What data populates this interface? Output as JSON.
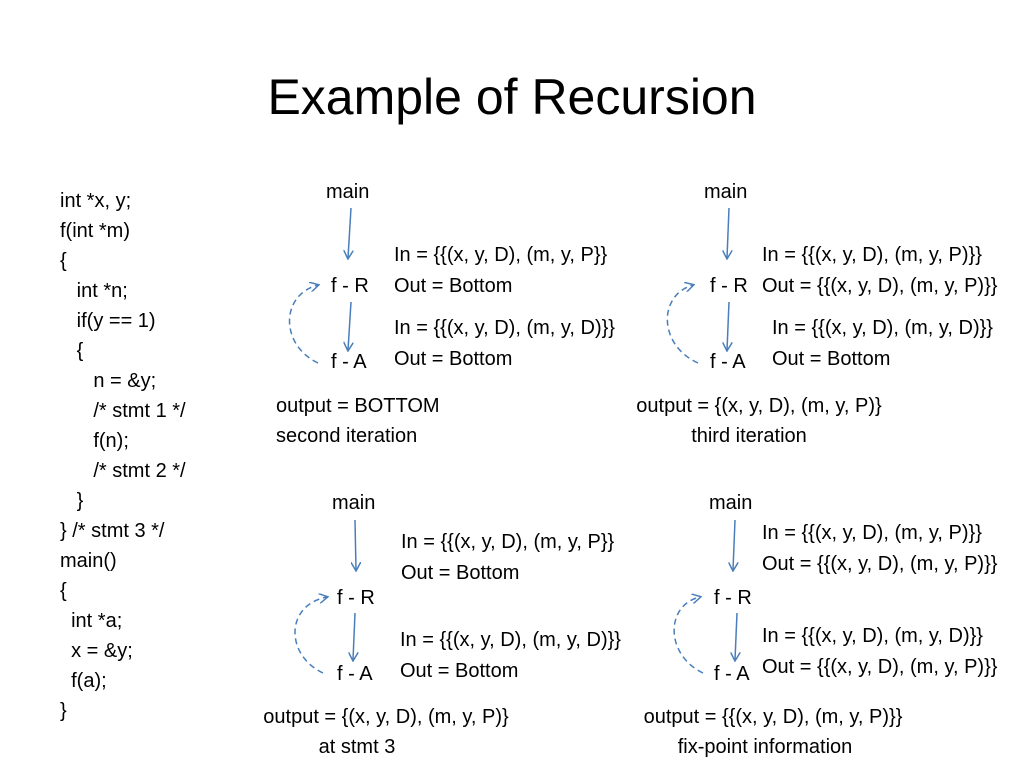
{
  "title": "Example of Recursion",
  "code": [
    "int *x, y;",
    "f(int *m)",
    "{",
    "   int *n;",
    "   if(y == 1)",
    "   {",
    "      n = &y;",
    "      /* stmt 1 */",
    "      f(n);",
    "      /* stmt 2 */",
    "   }",
    "} /* stmt 3 */",
    "main()",
    "{",
    "  int *a;",
    "  x = &y;",
    "  f(a);",
    "}"
  ],
  "panels": [
    {
      "main": "main",
      "fr": "f - R",
      "fa": "f - A",
      "fr_in": "In = {{(x, y, D), (m, y, P}}",
      "fr_out": "Out = Bottom",
      "fa_in": "In = {{(x, y, D), (m, y, D)}}",
      "fa_out": "Out = Bottom",
      "output": "output = BOTTOM",
      "caption": "second iteration"
    },
    {
      "main": "main",
      "fr": "f - R",
      "fa": "f - A",
      "fr_in": "In = {{(x, y, D), (m, y, P)}}",
      "fr_out": "Out = {{(x, y, D), (m, y, P)}}",
      "fa_in": "In = {{(x, y, D), (m, y, D)}}",
      "fa_out": "Out = Bottom",
      "output": "output = {(x, y, D), (m, y, P)}",
      "caption": "third iteration"
    },
    {
      "main": "main",
      "fr": "f - R",
      "fa": "f - A",
      "fr_in": "In = {{(x, y, D), (m, y, P}}",
      "fr_out": "Out = Bottom",
      "fa_in": "In = {{(x, y, D), (m, y, D)}}",
      "fa_out": "Out = Bottom",
      "output": "output = {(x, y, D), (m, y, P)}",
      "caption": "at stmt 3"
    },
    {
      "main": "main",
      "fr": "f - R",
      "fa": "f - A",
      "fr_in": "In = {{(x, y, D), (m, y, P)}}",
      "fr_out": "Out = {{(x, y, D), (m, y, P)}}",
      "fa_in": "In = {{(x, y, D), (m, y, D)}}",
      "fa_out": "Out = {{(x, y, D), (m, y, P)}}",
      "output": "output = {{(x, y, D), (m, y, P)}}",
      "caption": "fix-point information"
    }
  ]
}
